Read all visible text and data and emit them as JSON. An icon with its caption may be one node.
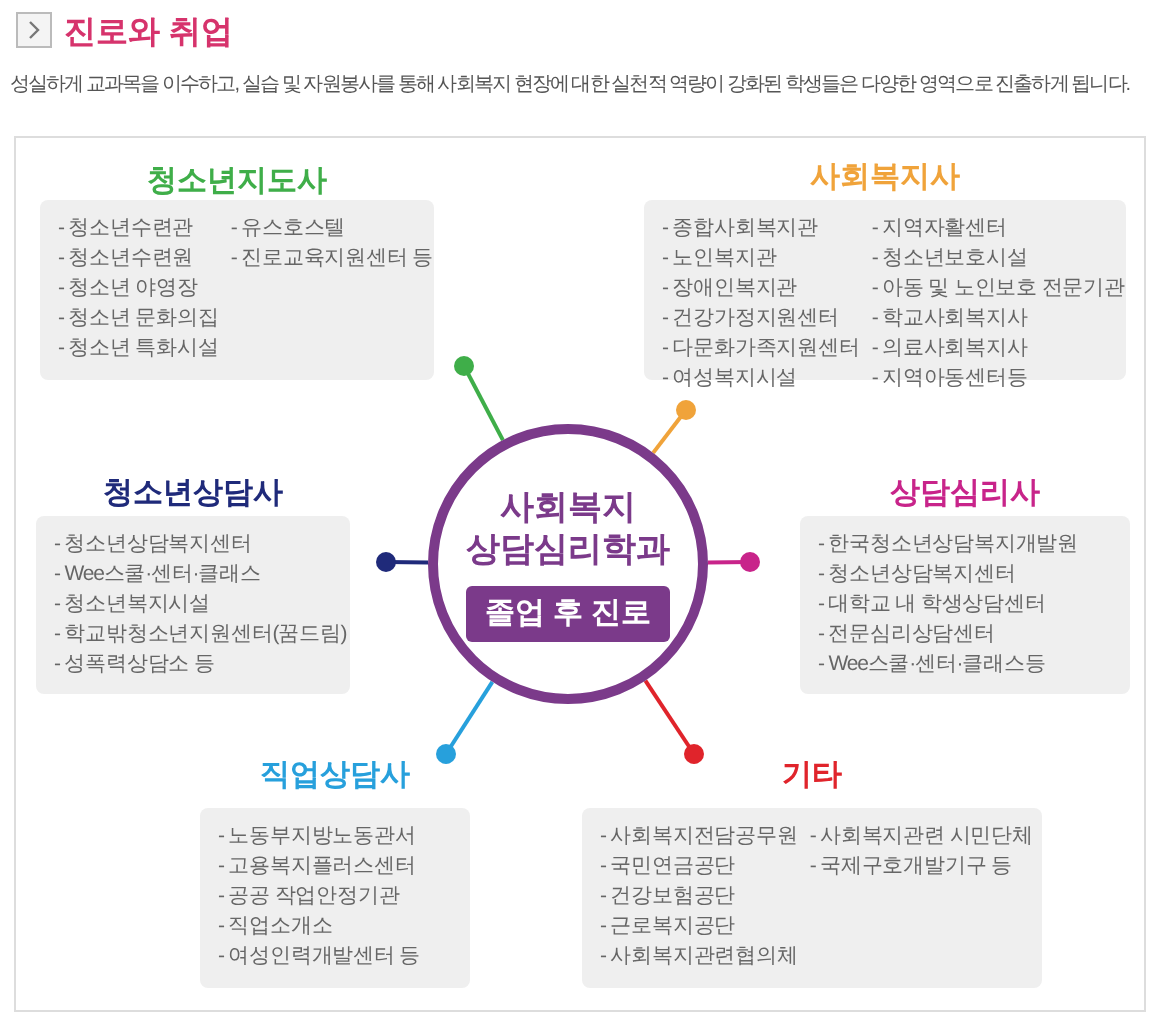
{
  "diagram": {
    "title": "진로와 취업",
    "nodes": [
      {
        "text": [
          "사회복지 상담심리학과",
          "졸업 후 진로"
        ]
      },
      {
        "text": [
          "청소년지도사",
          "- 청소년수련관",
          "- 청소년수련원",
          "- 청소년 야영장",
          "- 청소년 문화의집",
          "- 청소년 특화시설",
          "- 유스호스텔",
          "- 진로교육지원센터 등"
        ]
      },
      {
        "text": [
          "사회복지사",
          "- 종합사회복지관",
          "- 노인복지관",
          "- 장애인복지관",
          "- 건강가정지원센터",
          "- 다문화가족지원센터",
          "- 여성복지시설",
          "- 지역자활센터",
          "- 청소년보호시설",
          "- 아동 및 노인보호 전문기관",
          "- 학교사회복지사",
          "- 의료사회복지사",
          "- 지역아동센터등"
        ]
      },
      {
        "text": [
          "청소년상담사",
          "- 청소년상담복지센터",
          "- Wee스쿨·센터·클래스",
          "- 청소년복지시설",
          "- 학교밖청소년지원센터(꿈드림)",
          "- 성폭력상담소 등"
        ]
      },
      {
        "text": [
          "상담심리사",
          "- 한국청소년상담복지개발원",
          "- 청소년상담복지센터",
          "- 대학교 내 학생상담센터",
          "- 전문심리상담센터",
          "- Wee스쿨·센터·클래스등"
        ]
      },
      {
        "text": [
          "직업상담사",
          "- 노동부지방노동관서",
          "- 고용복지플러스센터",
          "- 공공 작업안정기관",
          "- 직업소개소",
          "- 여성인력개발센터 등"
        ]
      },
      {
        "text": [
          "기타",
          "- 사회복지전담공무원",
          "- 국민연금공단",
          "- 건강보험공단",
          "- 근로복지공단",
          "- 사회복지관련협의체",
          "- 사회복지관련 시민단체",
          "- 국제구호개발기구 등"
        ]
      }
    ],
    "edges": [
      {
        "from": 0,
        "to": 1,
        "arrow": "other",
        "color": "#3fae49"
      },
      {
        "from": 0,
        "to": 2,
        "arrow": "other",
        "color": "#f0a33a"
      },
      {
        "from": 0,
        "to": 3,
        "arrow": "other",
        "color": "#1f2a7a"
      },
      {
        "from": 0,
        "to": 4,
        "arrow": "other",
        "color": "#c8248a"
      },
      {
        "from": 0,
        "to": 5,
        "arrow": "other",
        "color": "#27a0dc"
      },
      {
        "from": 0,
        "to": 6,
        "arrow": "other",
        "color": "#e0242b"
      }
    ],
    "labels": [
      "성실하게 교과목을 이수하고, 실습 및 자원봉사를 통해 사회복지 현장에 대한 실천적 역량이 강화된 학생들은 다양한 영역으로 진출하게 됩니다."
    ]
  }
}
